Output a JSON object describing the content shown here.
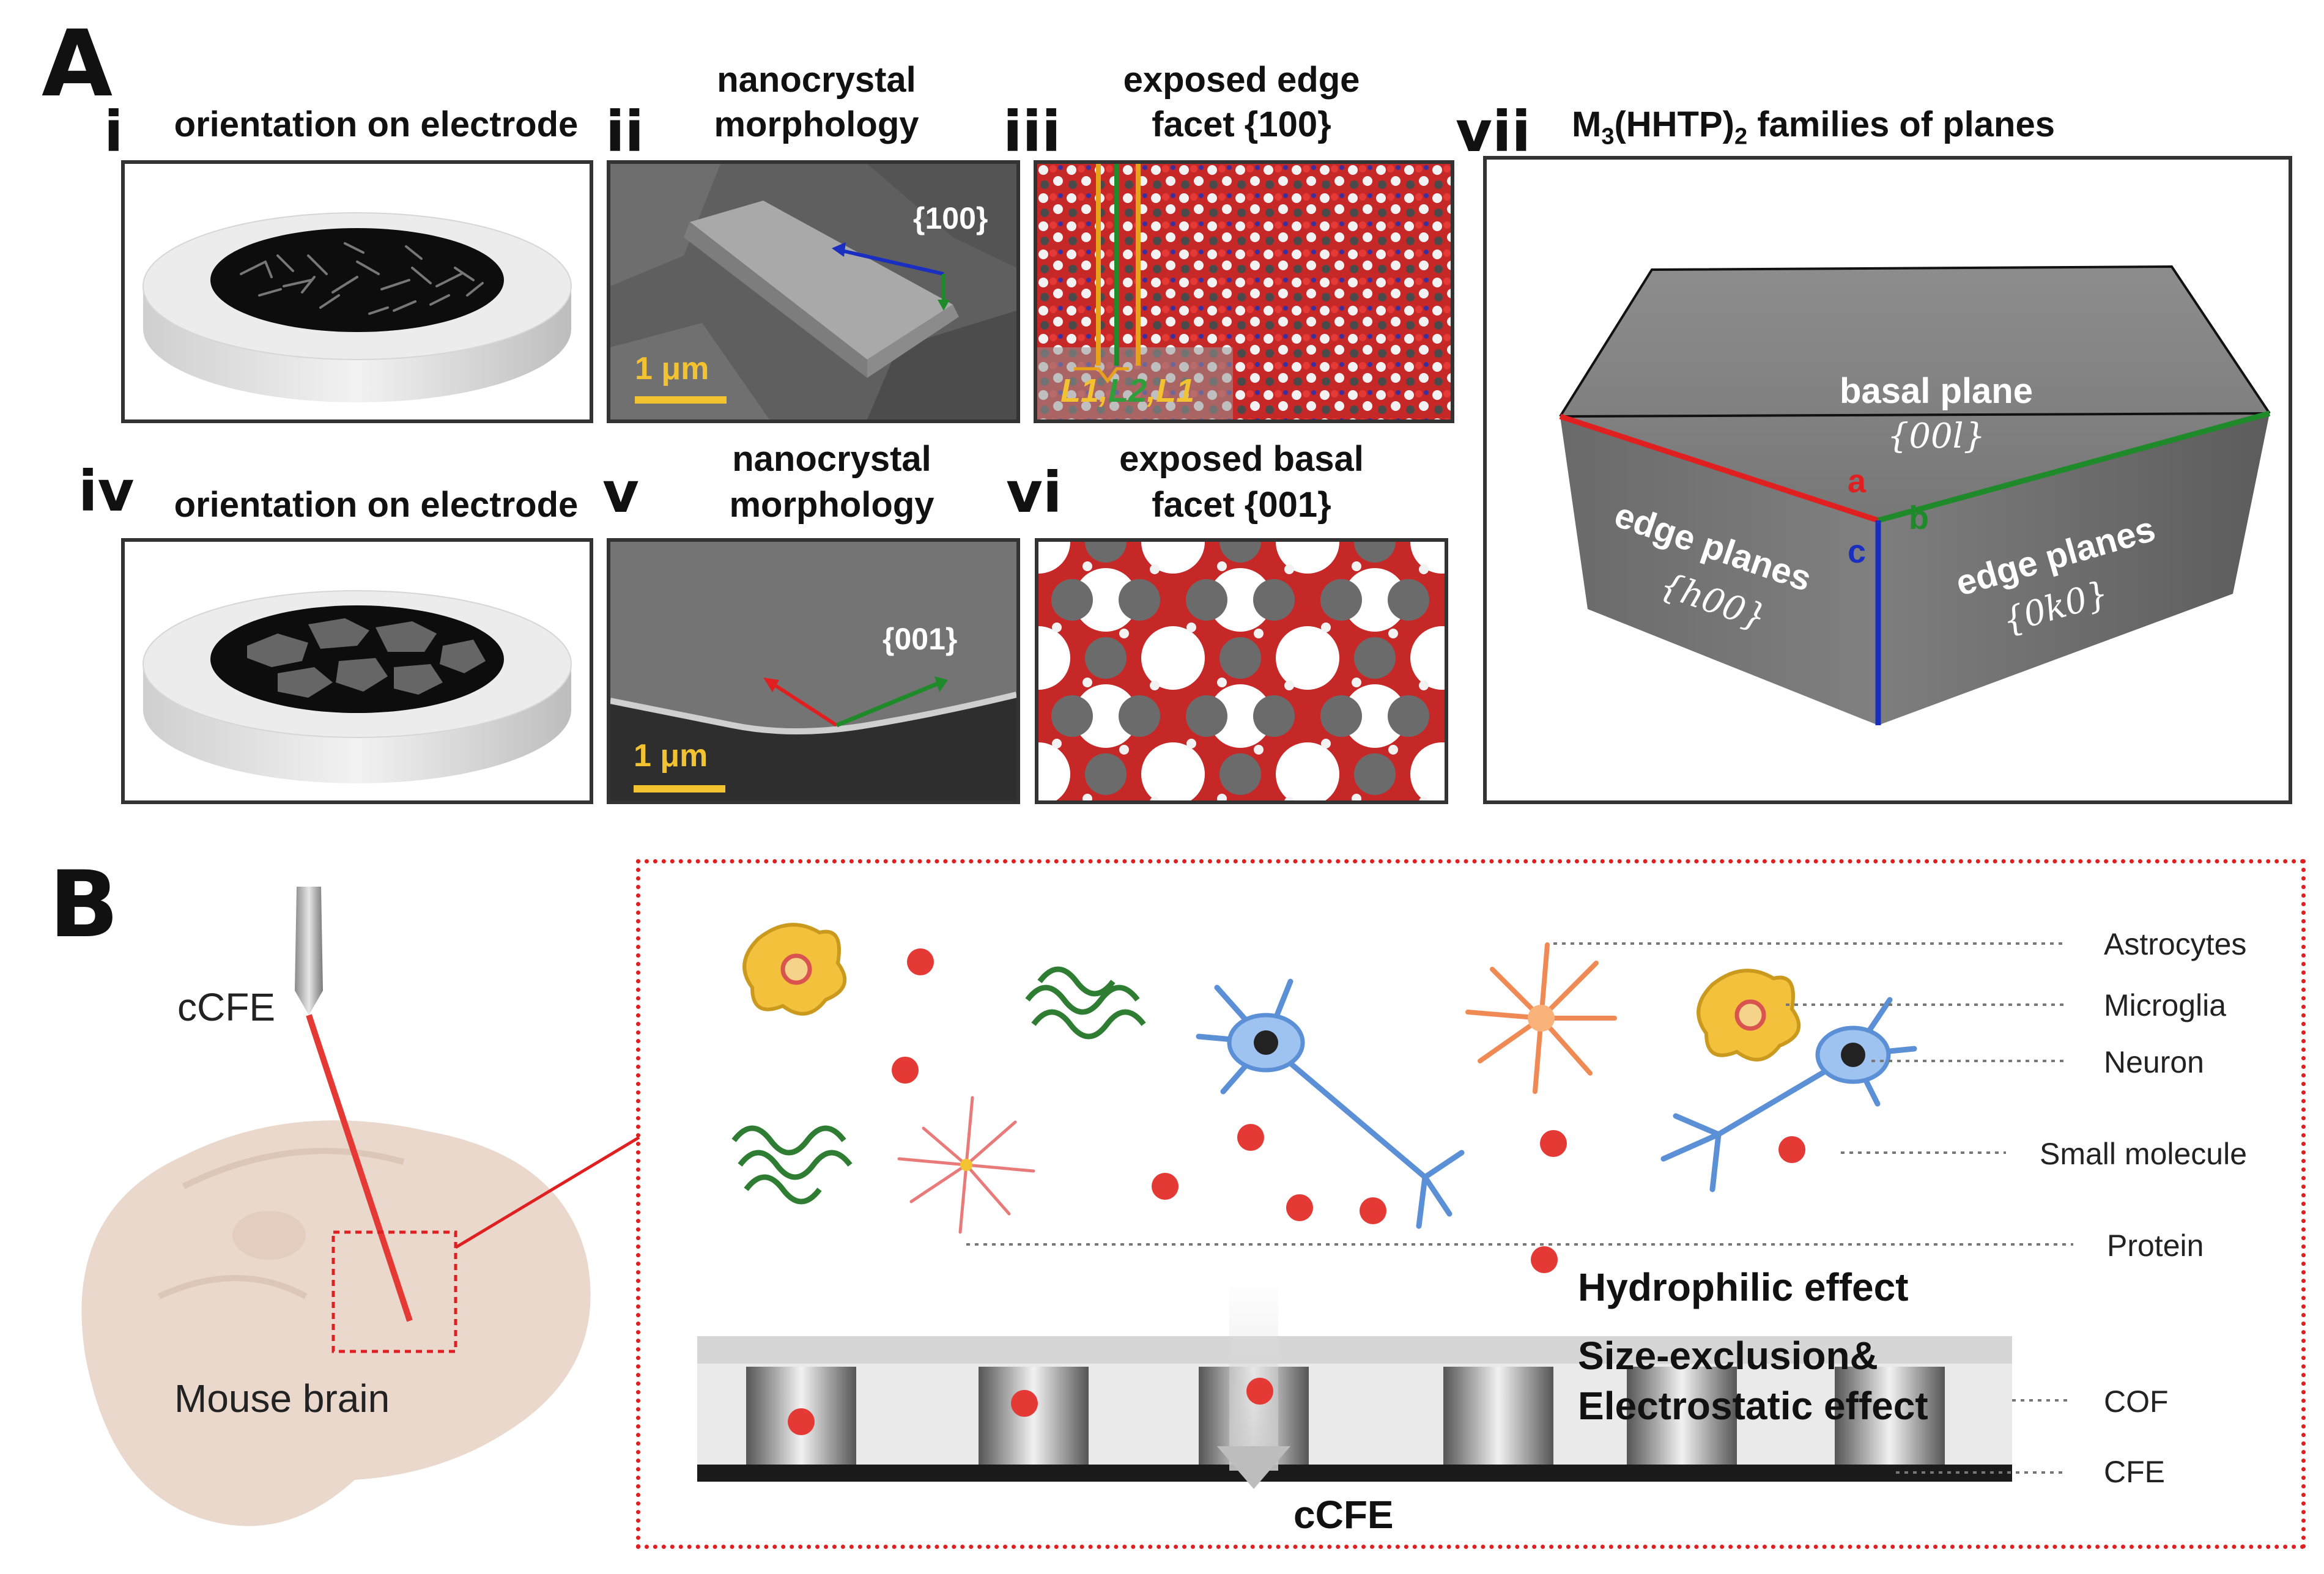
{
  "panel_a": {
    "letter": "A",
    "i": {
      "numeral": "i",
      "caption": "orientation on electrode"
    },
    "ii": {
      "numeral": "ii",
      "caption_line1": "nanocrystal",
      "caption_line2": "morphology",
      "facet": "{100}",
      "scale": "1 μm"
    },
    "iii": {
      "numeral": "iii",
      "caption_line1": "exposed edge",
      "caption_line2": "facet {100}",
      "l1": "L1",
      "l2": "L2",
      "l3": "L1",
      "comma": ","
    },
    "iv": {
      "numeral": "iv",
      "caption": "orientation on electrode"
    },
    "v": {
      "numeral": "v",
      "caption_line1": "nanocrystal",
      "caption_line2": "morphology",
      "facet": "{001}",
      "scale": "1 μm"
    },
    "vi": {
      "numeral": "vi",
      "caption_line1": "exposed basal",
      "caption_line2": "facet {001}"
    },
    "vii": {
      "numeral": "vii",
      "title_main": "M",
      "title_sub1": "3",
      "title_mid": "(HHTP)",
      "title_sub2": "2",
      "title_end": " families of planes",
      "basal_label": "basal plane",
      "basal_index": "{00l}",
      "edge_left_label": "edge planes",
      "edge_left_index": "{h00}",
      "edge_right_label": "edge planes",
      "edge_right_index": "{0k0}",
      "axis_a": "a",
      "axis_b": "b",
      "axis_c": "c"
    }
  },
  "panel_b": {
    "letter": "B",
    "probe_label": "cCFE",
    "brain_label": "Mouse brain",
    "legend": [
      "Astrocytes",
      "Microglia",
      "Neuron",
      "Small molecule",
      "Protein",
      "COF",
      "CFE"
    ],
    "hydrophilic": "Hydrophilic effect",
    "size_exclusion_line1": "Size-exclusion&",
    "size_exclusion_line2": "Electrostatic effect",
    "bottom_label": "cCFE"
  },
  "colors": {
    "red_axis": "#e02020",
    "green_axis": "#1f8a2a",
    "blue_axis": "#1a2fbf",
    "molecule_red": "#e53935",
    "frame_dashed": "#e02020"
  }
}
